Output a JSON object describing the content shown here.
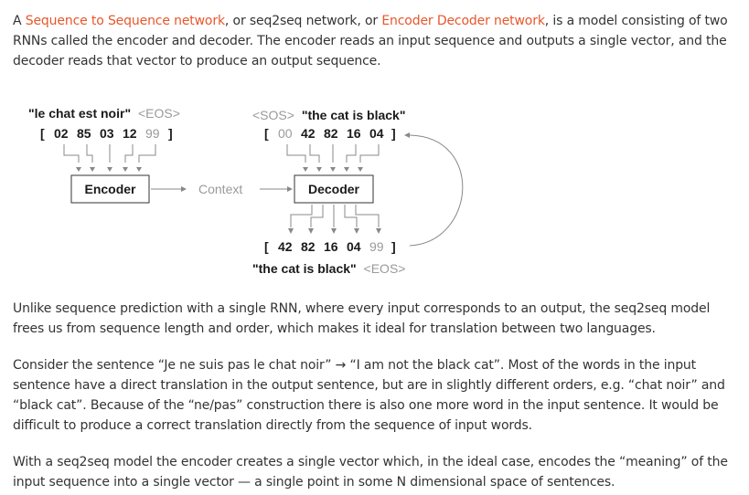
{
  "paragraph1": {
    "pre": "A ",
    "link1": "Sequence to Sequence network",
    "mid1": ", or seq2seq network, or ",
    "link2": "Encoder Decoder network",
    "post": ", is a model consisting of two RNNs called the encoder and decoder. The encoder reads an input sequence and outputs a single vector, and the decoder reads that vector to produce an output sequence."
  },
  "diagram": {
    "input_sentence": "\"le chat est noir\"",
    "input_eos": "<EOS>",
    "input_open": "[",
    "input_tokens": [
      "02",
      "85",
      "03",
      "12"
    ],
    "input_eos_id": "99",
    "input_close": "]",
    "encoder_label": "Encoder",
    "context_label": "Context",
    "decoder_label": "Decoder",
    "target_sos": "<SOS>",
    "target_sentence": "\"the cat is black\"",
    "target_open": "[",
    "target_sos_id": "00",
    "target_tokens": [
      "42",
      "82",
      "16",
      "04"
    ],
    "target_close": "]",
    "output_open": "[",
    "output_tokens": [
      "42",
      "82",
      "16",
      "04"
    ],
    "output_eos_id": "99",
    "output_close": "]",
    "output_sentence": "\"the cat is black\"",
    "output_eos": "<EOS>"
  },
  "paragraph2": "Unlike sequence prediction with a single RNN, where every input corresponds to an output, the seq2seq model frees us from sequence length and order, which makes it ideal for translation between two languages.",
  "paragraph3": "Consider the sentence “Je ne suis pas le chat noir” → “I am not the black cat”. Most of the words in the input sentence have a direct translation in the output sentence, but are in slightly different orders, e.g. “chat noir” and “black cat”. Because of the “ne/pas” construction there is also one more word in the input sentence. It would be difficult to produce a correct translation directly from the sequence of input words.",
  "paragraph4": "With a seq2seq model the encoder creates a single vector which, in the ideal case, encodes the “meaning” of the input sequence into a single vector — a single point in some N dimensional space of sentences.",
  "colors": {
    "link": "#e8562a",
    "text": "#333333",
    "muted": "#9a9a9a",
    "line": "#888888"
  }
}
